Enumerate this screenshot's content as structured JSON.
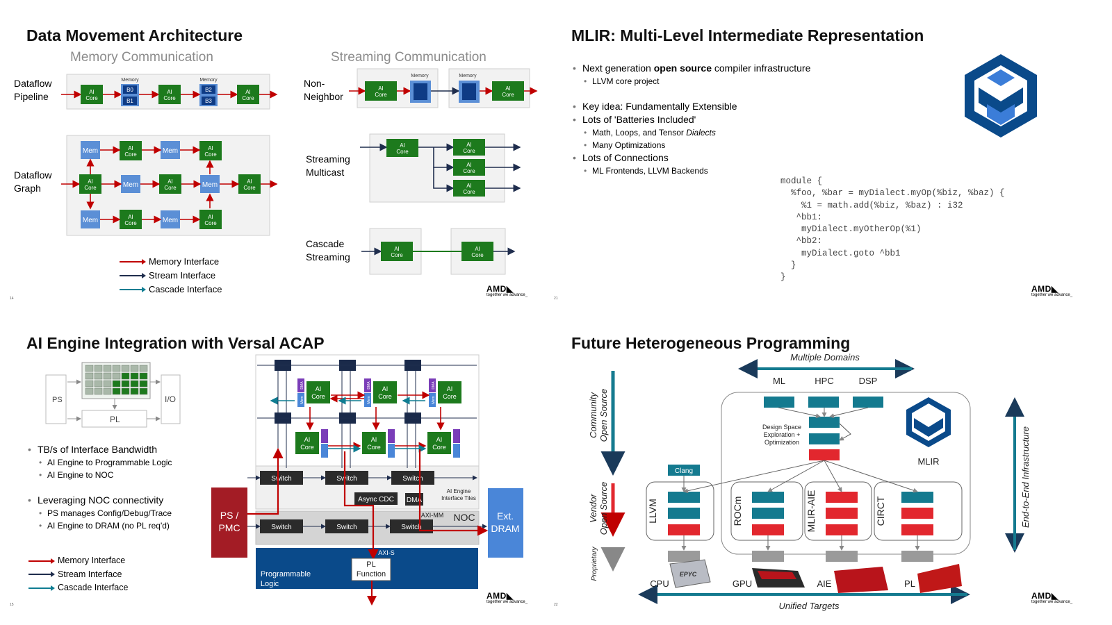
{
  "colors": {
    "core_green": "#1d7a1d",
    "mem_blue": "#5b8fd6",
    "memory_red": "#c00000",
    "stream_navy": "#1f2d4d",
    "cascade_teal": "#0f7d92",
    "amd_navy": "#0a4a8a",
    "block_teal": "#147a8f",
    "block_red": "#e2272e"
  },
  "brand": {
    "logo": "AMD◣",
    "tagline": "together we advance_"
  },
  "slide1": {
    "title": "Data Movement Architecture",
    "page": "14",
    "mem_comm": "Memory Communication",
    "stream_comm": "Streaming Communication",
    "dataflow_pipeline": [
      "Dataflow",
      "Pipeline"
    ],
    "dataflow_graph": [
      "Dataflow",
      "Graph"
    ],
    "non_neighbor": [
      "Non-",
      "Neighbor"
    ],
    "streaming_multicast": [
      "Streaming",
      "Multicast"
    ],
    "cascade_streaming": [
      "Cascade",
      "Streaming"
    ],
    "ai": "AI",
    "core": "Core",
    "mem": "Mem",
    "memory_small": "Memory",
    "buf": [
      "B0",
      "B1",
      "B2",
      "B3"
    ],
    "legend": [
      "Memory Interface",
      "Stream Interface",
      "Cascade Interface"
    ]
  },
  "slide2": {
    "title": "MLIR: Multi-Level Intermediate Representation",
    "page": "21",
    "bullets": [
      {
        "level": 1,
        "pre": "Next generation ",
        "bold": "open source",
        "post": " compiler infrastructure"
      },
      {
        "level": 2,
        "text": "LLVM core project"
      },
      {
        "level": 1,
        "text": "Key idea: Fundamentally Extensible",
        "gap": true
      },
      {
        "level": 1,
        "text": "Lots of 'Batteries Included'"
      },
      {
        "level": 2,
        "pre": "Math, Loops, and Tensor ",
        "ital": "Dialects"
      },
      {
        "level": 2,
        "text": "Many Optimizations"
      },
      {
        "level": 1,
        "text": "Lots of Connections"
      },
      {
        "level": 2,
        "text": "ML Frontends, LLVM Backends"
      }
    ],
    "code": "module {\n  %foo, %bar = myDialect.myOp(%biz, %baz) {\n    %1 = math.add(%biz, %baz) : i32\n   ^bb1:\n    myDialect.myOtherOp(%1)\n   ^bb2:\n    myDialect.goto ^bb1\n  }\n}"
  },
  "slide3": {
    "title": "AI Engine Integration with Versal ACAP",
    "page": "15",
    "ps": "PS",
    "io": "I/O",
    "pl": "PL",
    "bullets": [
      {
        "level": 1,
        "text": "TB/s of Interface Bandwidth"
      },
      {
        "level": 2,
        "text": "AI Engine to Programmable Logic"
      },
      {
        "level": 2,
        "text": "AI Engine to NOC"
      },
      {
        "level": 1,
        "text": "Leveraging NOC connectivity",
        "gap": true
      },
      {
        "level": 2,
        "text": "PS manages Config/Debug/Trace"
      },
      {
        "level": 2,
        "text": "AI Engine to DRAM (no PL req'd)"
      }
    ],
    "legend": [
      "Memory Interface",
      "Stream Interface",
      "Cascade Interface"
    ],
    "ps_pmc": [
      "PS /",
      "PMC"
    ],
    "ext_dram": [
      "Ext.",
      "DRAM"
    ],
    "switch": "Switch",
    "async_cdc": "Async CDC",
    "dma": "DMA",
    "mem": "Mem",
    "ai_core": [
      "AI",
      "Core"
    ],
    "interface_tiles": [
      "AI Engine",
      "Interface Tiles"
    ],
    "axi_mm": "AXI-MM",
    "noc": "NOC",
    "axi_s": "AXI-S",
    "pl_function": [
      "PL",
      "Function"
    ],
    "programmable_logic": [
      "Programmable",
      "Logic"
    ]
  },
  "slide4": {
    "title": "Future Heterogeneous Programming",
    "page": "22",
    "multiple_domains": "Multiple Domains",
    "domains": [
      "ML",
      "HPC",
      "DSP"
    ],
    "design_space": [
      "Design Space",
      "Exploration +",
      "Optimization"
    ],
    "mlir": "MLIR",
    "clang": "Clang",
    "backends": [
      "LLVM",
      "ROCm",
      "MLIR-AIE",
      "CIRCT"
    ],
    "community": [
      "Community",
      "Open Source"
    ],
    "vendor": [
      "Vendor",
      "Open Source"
    ],
    "proprietary": "Proprietary",
    "e2e": "End-to-End Infrastructure",
    "targets": [
      "CPU",
      "GPU",
      "AIE",
      "PL"
    ],
    "epyc": "EPYC",
    "unified_targets": "Unified Targets"
  }
}
